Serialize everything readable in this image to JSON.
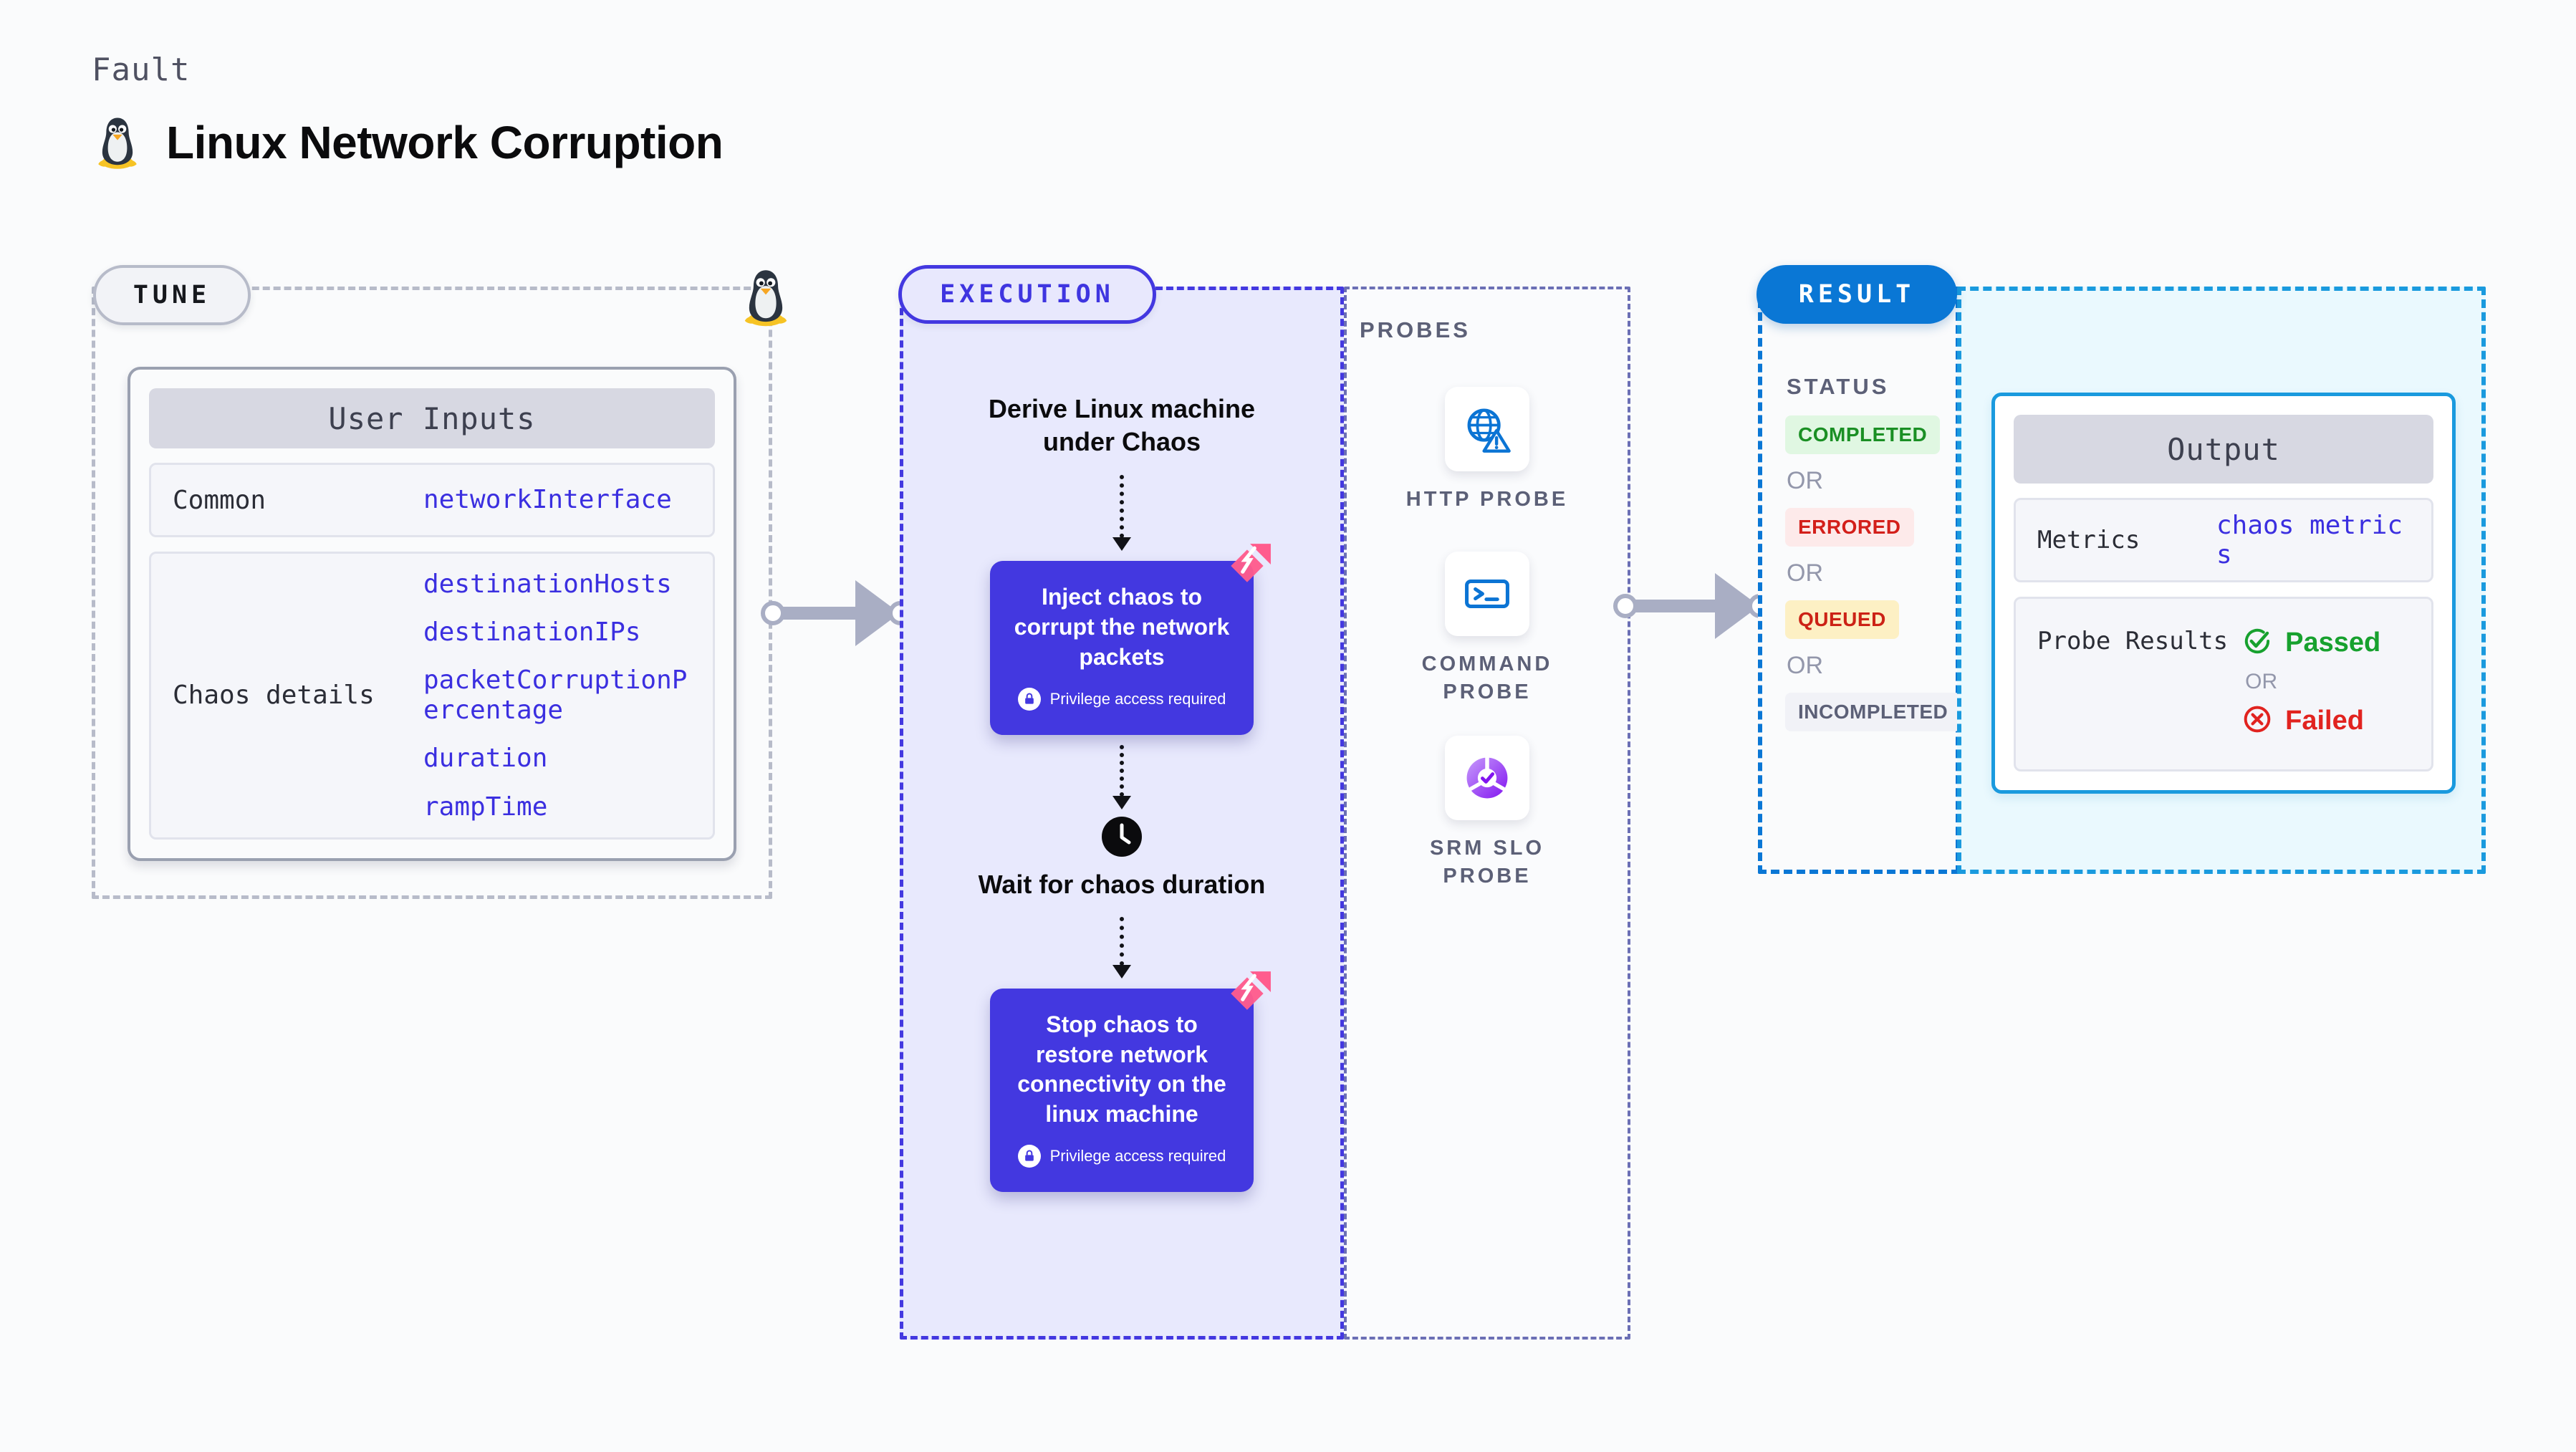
{
  "header": {
    "kicker": "Fault",
    "title": "Linux Network Corruption",
    "icon": "linux-penguin-icon"
  },
  "tune": {
    "badge": "TUNE",
    "card_title": "User Inputs",
    "rows": [
      {
        "key": "Common",
        "values": [
          "networkInterface"
        ]
      },
      {
        "key": "Chaos details",
        "values": [
          "destinationHosts",
          "destinationIPs",
          "packetCorruptionPercentage",
          "duration",
          "rampTime"
        ]
      }
    ]
  },
  "execution": {
    "badge": "EXECUTION",
    "steps": [
      {
        "type": "title",
        "text": "Derive Linux machine under Chaos"
      },
      {
        "type": "chaos",
        "text": "Inject chaos to corrupt the network packets",
        "note": "Privilege access required",
        "icon": "harness-logo-icon"
      },
      {
        "type": "wait",
        "text": "Wait for chaos duration",
        "icon": "clock-icon"
      },
      {
        "type": "chaos",
        "text": "Stop chaos to restore network connectivity on the linux machine",
        "note": "Privilege access required",
        "icon": "harness-logo-icon"
      }
    ]
  },
  "probes": {
    "label": "PROBES",
    "items": [
      {
        "name": "HTTP PROBE",
        "icon": "globe-warning-icon"
      },
      {
        "name": "COMMAND\nPROBE",
        "icon": "terminal-prompt-icon"
      },
      {
        "name": "SRM SLO\nPROBE",
        "icon": "slo-gauge-check-icon"
      }
    ]
  },
  "result": {
    "badge": "RESULT",
    "status_label": "STATUS",
    "or": "OR",
    "statuses": [
      {
        "text": "COMPLETED",
        "bg": "#e0f7e2",
        "fg": "#1a8f24"
      },
      {
        "text": "ERRORED",
        "bg": "#fdeaea",
        "fg": "#d31f1a"
      },
      {
        "text": "QUEUED",
        "bg": "#fdf0c4",
        "fg": "#cc2216"
      },
      {
        "text": "INCOMPLETED",
        "bg": "#f1f2f7",
        "fg": "#5c6077"
      }
    ]
  },
  "output": {
    "card_title": "Output",
    "metrics_key": "Metrics",
    "metrics_value": "chaos metrics",
    "probe_results_key": "Probe Results",
    "passed": "Passed",
    "failed": "Failed",
    "or": "OR"
  },
  "colors": {
    "accent_purple": "#4338e0",
    "accent_blue": "#0a77d5",
    "accent_cyan": "#1a9ade",
    "harness_pink": "#ff5c8d",
    "value_blue": "#3b2fe0",
    "muted": "#5c6077"
  }
}
